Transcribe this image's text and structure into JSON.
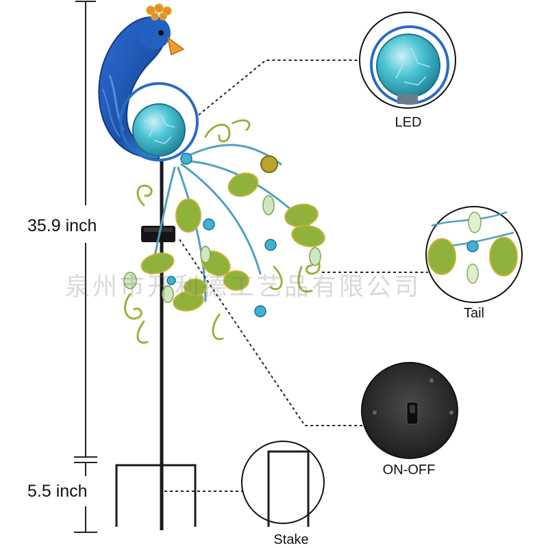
{
  "dimensions": {
    "upper_height": "35.9 inch",
    "lower_height": "5.5 inch"
  },
  "callouts": {
    "led": "LED",
    "tail": "Tail",
    "switch": "ON-OFF",
    "stake": "Stake"
  },
  "watermark": "泉州市开利德工艺品有限公司",
  "colors": {
    "peacock_blue": "#1f5fb8",
    "globe_teal": "#3fb8c8",
    "tail_green": "#7fa63a",
    "tail_gold": "#c9b23c",
    "stake_black": "#1a1a1a",
    "crest_orange": "#f08a24"
  }
}
